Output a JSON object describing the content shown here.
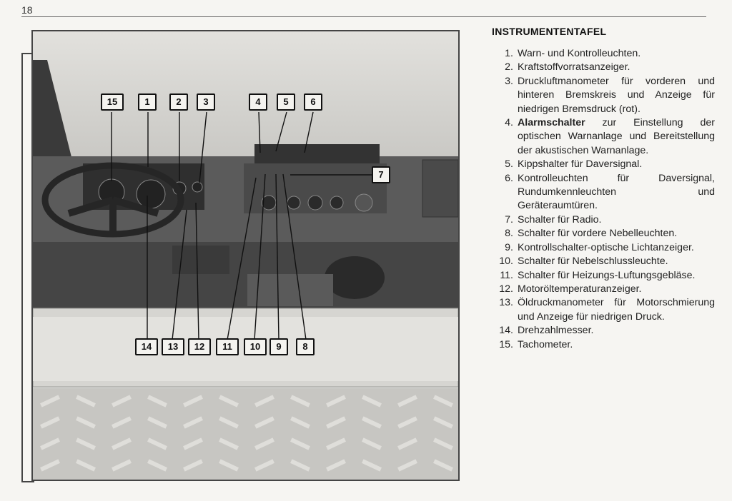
{
  "page_number": "18",
  "title": "INSTRUMENTENTAFEL",
  "legend": [
    {
      "n": "1.",
      "text": "Warn- und Kontrolleuchten."
    },
    {
      "n": "2.",
      "text": "Kraftstoffvorratsanzeiger."
    },
    {
      "n": "3.",
      "text": "Druckluftmanometer für vorderen und hinteren Bremskreis und Anzeige für niedrigen Bremsdruck (rot)."
    },
    {
      "n": "4.",
      "bold": "Alarmschalter",
      "text": " zur Einstellung der optischen Warnanlage und Bereitstellung der akustischen Warnanlage."
    },
    {
      "n": "5.",
      "text": "Kippshalter für Daversignal."
    },
    {
      "n": "6.",
      "text": "Kontrolleuchten für Daversignal, Rundumkennleuchten und Geräteraumtüren."
    },
    {
      "n": "7.",
      "text": "Schalter für Radio."
    },
    {
      "n": "8.",
      "text": "Schalter für vordere Nebelleuchten."
    },
    {
      "n": "9.",
      "text": "Kontrollschalter-optische Lichtanzeiger."
    },
    {
      "n": "10.",
      "text": "Schalter für Nebelschlussleuchte."
    },
    {
      "n": "11.",
      "text": "Schalter für Heizungs-Luftungsgebläse."
    },
    {
      "n": "12.",
      "text": "Motoröltemperaturanzeiger."
    },
    {
      "n": "13.",
      "text": "Öldruckmanometer für Motorschmierung und Anzeige für niedrigen Druck."
    },
    {
      "n": "14.",
      "text": "Drehzahlmesser."
    },
    {
      "n": "15.",
      "text": "Tachometer."
    }
  ],
  "badges": {
    "b15": "15",
    "b1": "1",
    "b2": "2",
    "b3": "3",
    "b4": "4",
    "b5": "5",
    "b6": "6",
    "b7": "7",
    "b14": "14",
    "b13": "13",
    "b12": "12",
    "b11": "11",
    "b10": "10",
    "b9": "9",
    "b8": "8"
  }
}
